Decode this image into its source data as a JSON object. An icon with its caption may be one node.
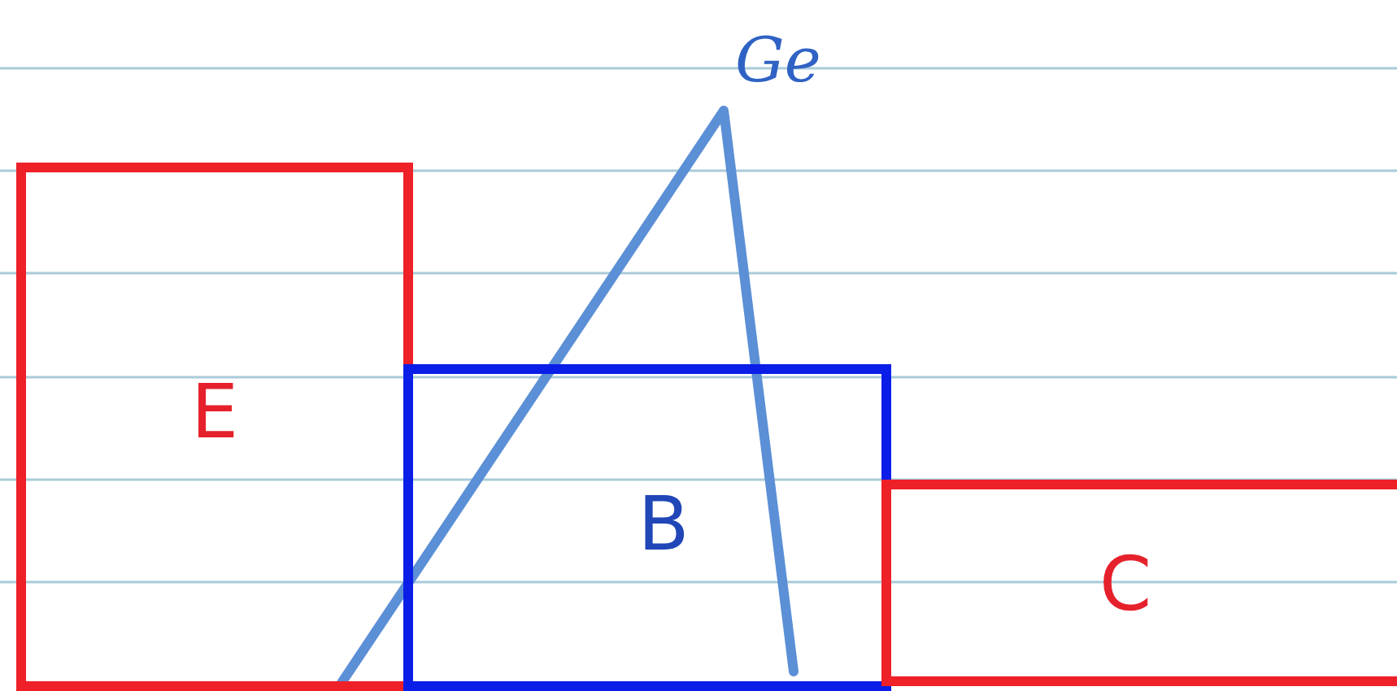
{
  "diagram": {
    "nodes": [
      {
        "text": [
          "E"
        ]
      },
      {
        "text": [
          "B"
        ]
      },
      {
        "text": [
          "C"
        ]
      }
    ],
    "labels": [
      "Ge"
    ]
  }
}
